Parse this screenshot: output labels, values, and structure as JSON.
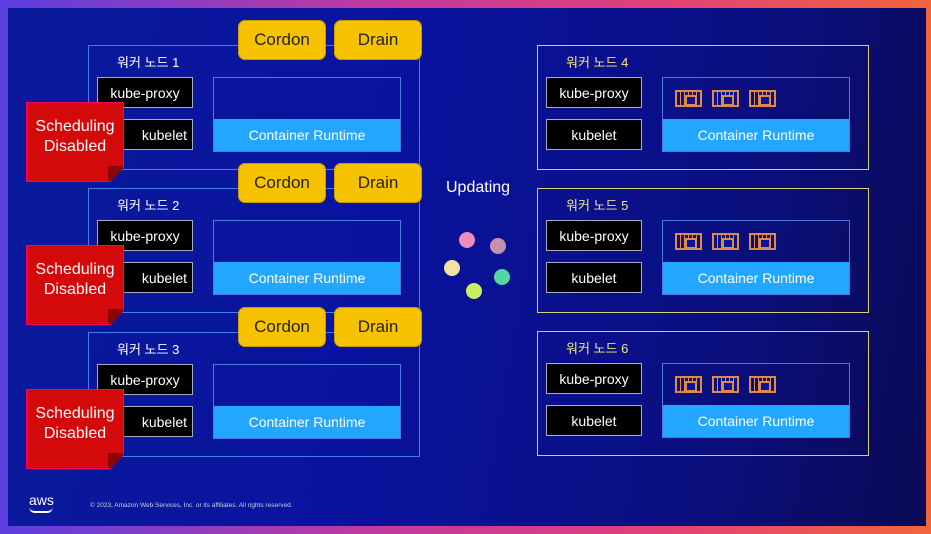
{
  "left_nodes": [
    {
      "title": "워커 노드 1",
      "kube_proxy": "kube-proxy",
      "kubelet": "kubelet",
      "runtime": "Container Runtime",
      "cordon": "Cordon",
      "drain": "Drain",
      "note": "Scheduling Disabled"
    },
    {
      "title": "워커 노드 2",
      "kube_proxy": "kube-proxy",
      "kubelet": "kubelet",
      "runtime": "Container Runtime",
      "cordon": "Cordon",
      "drain": "Drain",
      "note": "Scheduling Disabled"
    },
    {
      "title": "워커 노드 3",
      "kube_proxy": "kube-proxy",
      "kubelet": "kubelet",
      "runtime": "Container Runtime",
      "cordon": "Cordon",
      "drain": "Drain",
      "note": "Scheduling Disabled"
    }
  ],
  "right_nodes": [
    {
      "title": "워커 노드 4",
      "kube_proxy": "kube-proxy",
      "kubelet": "kubelet",
      "runtime": "Container Runtime",
      "pods": 3
    },
    {
      "title": "워커 노드 5",
      "kube_proxy": "kube-proxy",
      "kubelet": "kubelet",
      "runtime": "Container Runtime",
      "pods": 3
    },
    {
      "title": "워커 노드 6",
      "kube_proxy": "kube-proxy",
      "kubelet": "kubelet",
      "runtime": "Container Runtime",
      "pods": 3
    }
  ],
  "updating_label": "Updating",
  "dot_colors": [
    "#f28ac0",
    "#c890b0",
    "#f0e4a0",
    "#50d8a0",
    "#c8f060"
  ],
  "footer": {
    "logo": "aws",
    "copyright": "© 2023, Amazon Web Services, Inc. or its affiliates. All rights reserved."
  }
}
